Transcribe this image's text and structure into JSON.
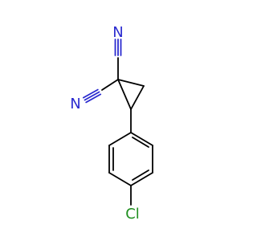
{
  "molecule": {
    "atoms": {
      "n_top": "N",
      "n_left": "N",
      "cl": "Cl"
    },
    "colors": {
      "bond": "#000000",
      "nitrogen": "#2b2bcf",
      "chlorine": "#1f8f1f"
    }
  }
}
